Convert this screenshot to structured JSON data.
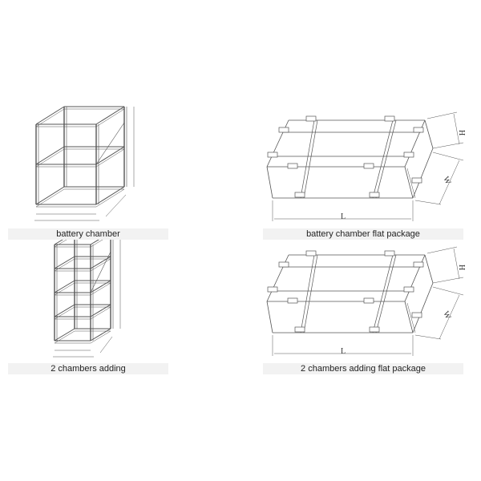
{
  "panels": [
    {
      "caption": "battery chamber"
    },
    {
      "caption": "battery chamber flat package",
      "dims": {
        "length": "L",
        "height": "H",
        "width": "W"
      }
    },
    {
      "caption": "2 chambers adding"
    },
    {
      "caption": "2 chambers adding flat package",
      "dims": {
        "length": "L",
        "height": "H",
        "width": "W"
      }
    }
  ],
  "colors": {
    "line": "#555555",
    "caption_bg": "#f2f2f2"
  }
}
